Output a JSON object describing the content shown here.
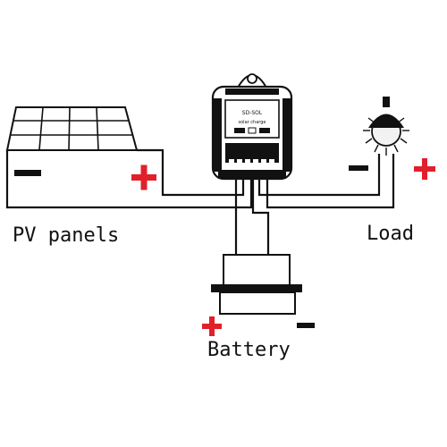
{
  "labels": {
    "pv_panels": "PV panels",
    "load": "Load",
    "battery": "Battery"
  },
  "controller": {
    "line1": "SD-SOL",
    "line2": "solar charge"
  },
  "polarity": {
    "plus_symbol": "+",
    "minus_symbol": "−"
  },
  "colors": {
    "positive": "#e0202a",
    "negative": "#111111",
    "wire": "#111111",
    "lamp_glow": "#f2f2f2"
  }
}
